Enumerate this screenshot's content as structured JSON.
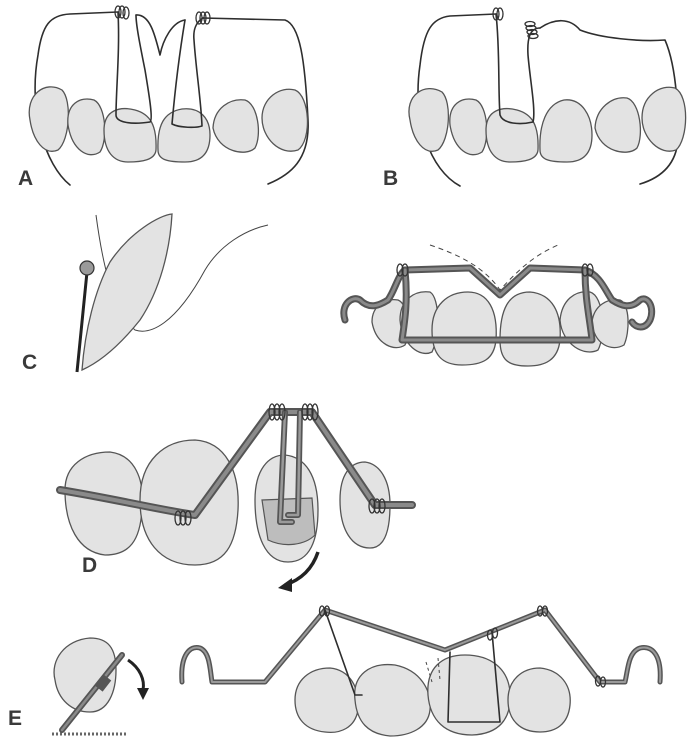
{
  "figure": {
    "panels": [
      {
        "id": "A",
        "label": "A"
      },
      {
        "id": "B",
        "label": "B"
      },
      {
        "id": "C",
        "label": "C"
      },
      {
        "id": "D",
        "label": "D"
      },
      {
        "id": "E",
        "label": "E"
      }
    ],
    "colors": {
      "tooth_fill": "#e3e3e3",
      "tooth_outline": "#555555",
      "wire_dark": "#555555",
      "wire_light": "#8a8a8a",
      "thin_line": "#2e2e2e",
      "label_text": "#3a3a3a"
    }
  }
}
